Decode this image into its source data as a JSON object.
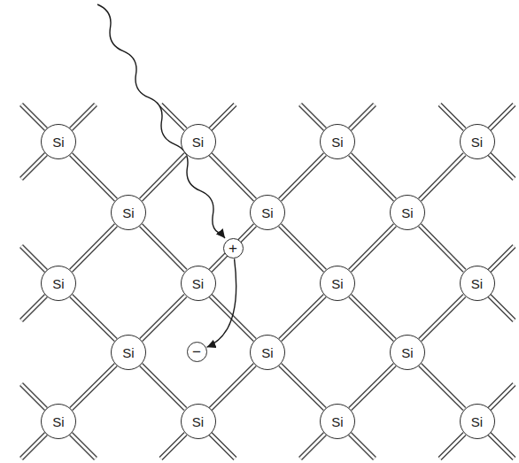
{
  "diagram": {
    "nodes": [
      {
        "text": [
          "Si"
        ]
      },
      {
        "text": [
          "Si"
        ]
      },
      {
        "text": [
          "Si"
        ]
      },
      {
        "text": [
          "Si"
        ]
      },
      {
        "text": [
          "Si"
        ]
      },
      {
        "text": [
          "Si"
        ]
      },
      {
        "text": [
          "Si"
        ]
      },
      {
        "text": [
          "Si"
        ]
      },
      {
        "text": [
          "Si"
        ]
      },
      {
        "text": [
          "Si"
        ]
      },
      {
        "text": [
          "Si"
        ]
      },
      {
        "text": [
          "Si"
        ]
      },
      {
        "text": [
          "Si"
        ]
      },
      {
        "text": [
          "Si"
        ]
      },
      {
        "text": [
          "Si"
        ]
      },
      {
        "text": [
          "Si"
        ]
      },
      {
        "text": [
          "Si"
        ]
      },
      {
        "text": [
          "Si"
        ]
      },
      {
        "text": [
          "+"
        ]
      },
      {
        "text": [
          "−"
        ]
      }
    ],
    "edges": [
      {
        "from": 0,
        "to": 4,
        "arrow": "none"
      },
      {
        "from": 1,
        "to": 4,
        "arrow": "none"
      },
      {
        "from": 1,
        "to": 5,
        "arrow": "none"
      },
      {
        "from": 2,
        "to": 5,
        "arrow": "none"
      },
      {
        "from": 2,
        "to": 6,
        "arrow": "none"
      },
      {
        "from": 3,
        "to": 6,
        "arrow": "none"
      },
      {
        "from": 4,
        "to": 7,
        "arrow": "none"
      },
      {
        "from": 4,
        "to": 8,
        "arrow": "none"
      },
      {
        "from": 5,
        "to": 8,
        "arrow": "none"
      },
      {
        "from": 5,
        "to": 9,
        "arrow": "none"
      },
      {
        "from": 6,
        "to": 9,
        "arrow": "none"
      },
      {
        "from": 6,
        "to": 10,
        "arrow": "none"
      },
      {
        "from": 7,
        "to": 11,
        "arrow": "none"
      },
      {
        "from": 8,
        "to": 11,
        "arrow": "none"
      },
      {
        "from": 8,
        "to": 12,
        "arrow": "none"
      },
      {
        "from": 9,
        "to": 12,
        "arrow": "none"
      },
      {
        "from": 9,
        "to": 13,
        "arrow": "none"
      },
      {
        "from": 10,
        "to": 13,
        "arrow": "none"
      },
      {
        "from": 11,
        "to": 14,
        "arrow": "none"
      },
      {
        "from": 11,
        "to": 15,
        "arrow": "none"
      },
      {
        "from": 12,
        "to": 15,
        "arrow": "none"
      },
      {
        "from": 12,
        "to": 16,
        "arrow": "none"
      },
      {
        "from": 13,
        "to": 16,
        "arrow": "none"
      },
      {
        "from": 13,
        "to": 17,
        "arrow": "none"
      },
      {
        "from": 18,
        "to": 19,
        "arrow": "to"
      }
    ]
  }
}
